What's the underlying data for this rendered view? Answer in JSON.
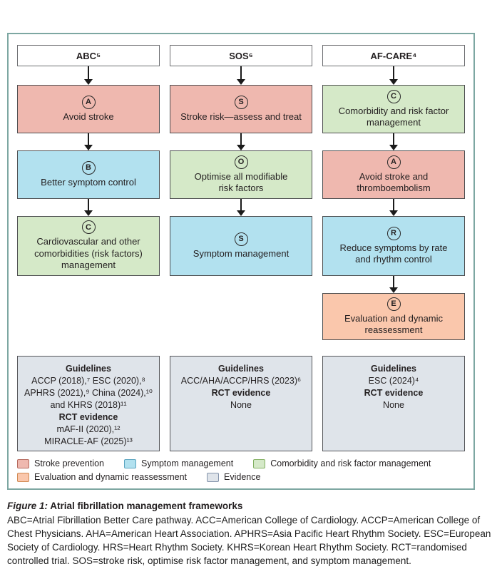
{
  "palette": {
    "stroke_prevention_fill": "#efb8af",
    "symptom_management_fill": "#b2e1ef",
    "comorbidity_management_fill": "#d5e9c8",
    "evaluation_reassessment_fill": "#fac7ac",
    "evidence_fill": "#dfe4ea",
    "frame_border": "#7da7a2",
    "node_border": "#4d4e50",
    "text": "#231f20"
  },
  "columns": [
    {
      "header": "ABC⁵",
      "boxes": [
        {
          "letter": "A",
          "label": "Avoid stroke",
          "category": "stroke-prevention"
        },
        {
          "letter": "B",
          "label": "Better symptom control",
          "category": "symptom-management"
        },
        {
          "letter": "C",
          "label": "Cardiovascular and other comorbidities (risk factors) management",
          "category": "comorbidity-management"
        }
      ],
      "evidence": {
        "guidelines_title": "Guidelines",
        "line1": "ACCP (2018),⁷ ESC (2020),⁸",
        "line2": "APHRS (2021),⁹ China (2024),¹⁰",
        "line3": "and KHRS (2018)¹¹",
        "rct_title": "RCT evidence",
        "rct1": "mAF-II (2020),¹²",
        "rct2": "MIRACLE-AF (2025)¹³"
      }
    },
    {
      "header": "SOS⁶",
      "boxes": [
        {
          "letter": "S",
          "label": "Stroke risk—assess and treat",
          "category": "stroke-prevention"
        },
        {
          "letter": "O",
          "label": "Optimise all modifiable risk factors",
          "category": "comorbidity-management"
        },
        {
          "letter": "S",
          "label": "Symptom management",
          "category": "symptom-management"
        }
      ],
      "evidence": {
        "guidelines_title": "Guidelines",
        "line1": "ACC/AHA/ACCP/HRS (2023)⁶",
        "rct_title": "RCT evidence",
        "rct1": "None"
      }
    },
    {
      "header": "AF-CARE⁴",
      "boxes": [
        {
          "letter": "C",
          "label": "Comorbidity and risk factor management",
          "category": "comorbidity-management"
        },
        {
          "letter": "A",
          "label": "Avoid stroke and thromboembolism",
          "category": "stroke-prevention"
        },
        {
          "letter": "R",
          "label": "Reduce symptoms by rate and rhythm control",
          "category": "symptom-management"
        },
        {
          "letter": "E",
          "label": "Evaluation and dynamic reassessment",
          "category": "evaluation-reassessment"
        }
      ],
      "evidence": {
        "guidelines_title": "Guidelines",
        "line1": "ESC (2024)⁴",
        "rct_title": "RCT evidence",
        "rct1": "None"
      }
    }
  ],
  "legend": [
    {
      "label": "Stroke prevention",
      "fill": "#efb8af",
      "border": "#b5695d"
    },
    {
      "label": "Symptom management",
      "fill": "#b2e1ef",
      "border": "#59a4c0"
    },
    {
      "label": "Comorbidity and risk factor management",
      "fill": "#d5e9c8",
      "border": "#82b061"
    },
    {
      "label": "Evaluation and dynamic reassessment",
      "fill": "#fac7ac",
      "border": "#d08952"
    },
    {
      "label": "Evidence",
      "fill": "#dfe4ea",
      "border": "#8494ab"
    }
  ],
  "caption": {
    "figure_label": "Figure 1:",
    "title": " Atrial fibrillation management frameworks",
    "body": "ABC=Atrial Fibrillation Better Care pathway. ACC=American College of Cardiology. ACCP=American College of Chest Physicians. AHA=American Heart Association. APHRS=Asia Pacific Heart Rhythm Society. ESC=European Society of Cardiology. HRS=Heart Rhythm Society. KHRS=Korean Heart Rhythm Society. RCT=randomised controlled trial. SOS=stroke risk, optimise risk factor management, and symptom management."
  }
}
